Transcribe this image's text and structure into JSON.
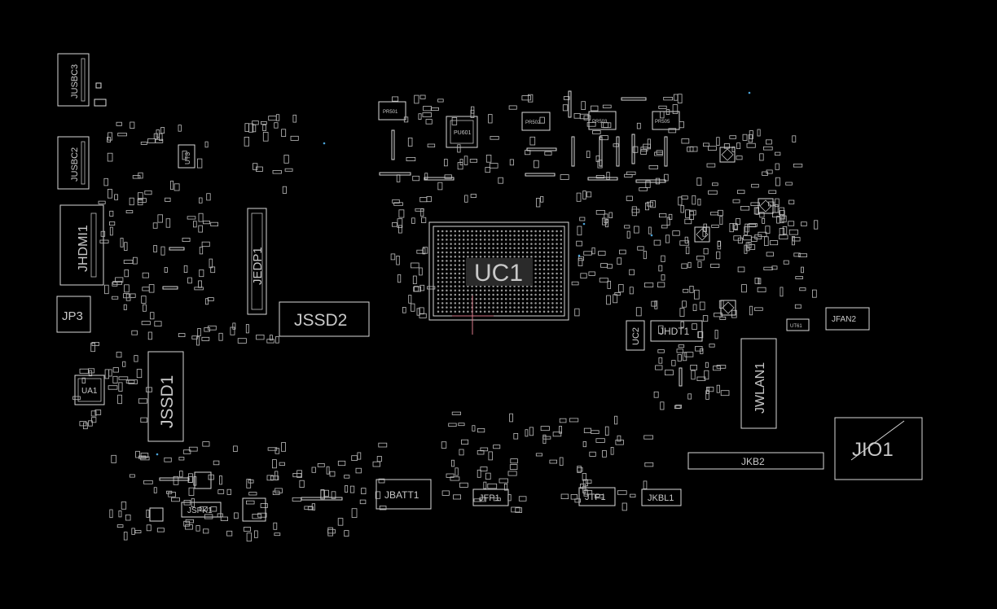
{
  "view": {
    "background": "#000000",
    "outline_color": "#d8d8d8",
    "label_color": "#c8c8c8",
    "cursor_color": "#d87a8a",
    "via_color": "#4aa3d8"
  },
  "connectors": {
    "jusbc3": "JUSBC3",
    "jusbc2": "JUSBC2",
    "jhdmi1": "JHDMI1",
    "jp3": "JP3",
    "jedp1": "JEDP1",
    "jssd2": "JSSD2",
    "jssd1": "JSSD1",
    "jspk1": "JSPK1",
    "jbatt1": "JBATT1",
    "jfp1": "JFP1",
    "jtp1": "JTP1",
    "jkbl1": "JKBL1",
    "jkb2": "JKB2",
    "jio1": "JIO1",
    "jwlan1": "JWLAN1",
    "jhdt1": "JHDT1",
    "jfan2": "JFAN2"
  },
  "chips": {
    "uc1": "UC1",
    "uc2": "UC2",
    "ua1": "UA1",
    "ut3": "UT3",
    "pu601": "PU601",
    "pr501": "PR501",
    "pr502": "PR502",
    "pr503": "PR503",
    "pr505": "PR505",
    "ut61": "UT61"
  }
}
